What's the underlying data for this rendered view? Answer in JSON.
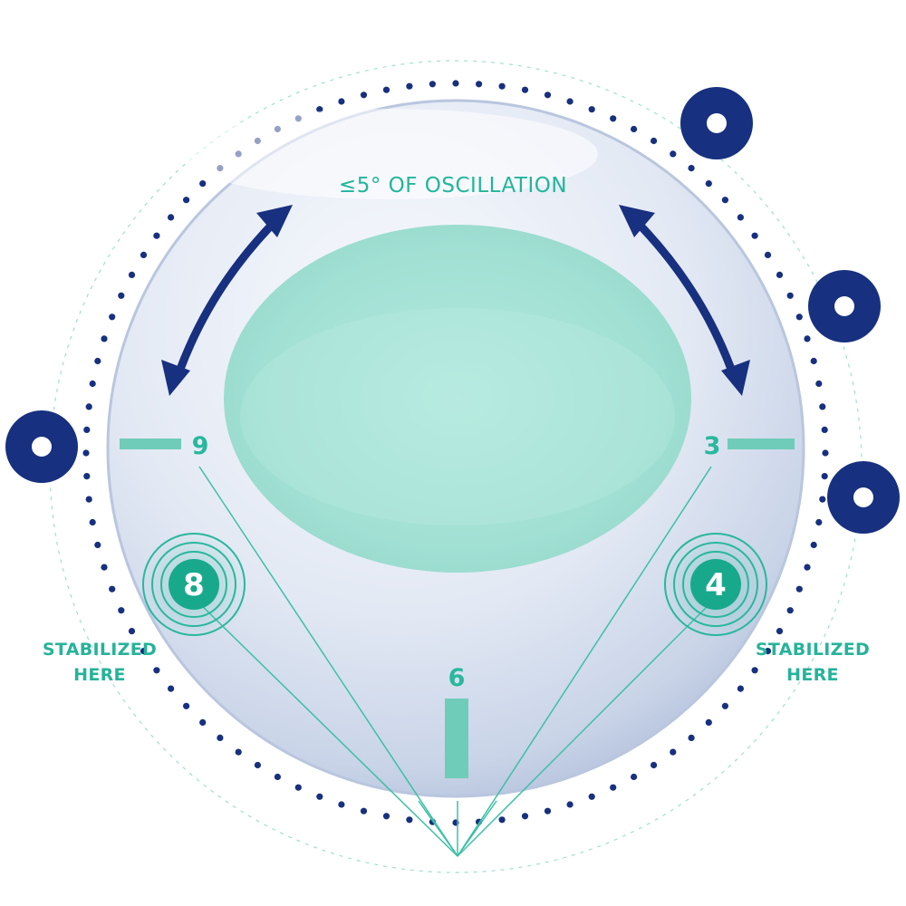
{
  "diagram": {
    "oscillation_label": "≤5° OF OSCILLATION",
    "clock_markers": {
      "nine": "9",
      "three": "3",
      "six": "6"
    },
    "stabilization_points": [
      {
        "number": "8",
        "label_line1": "STABILIZED",
        "label_line2": "HERE"
      },
      {
        "number": "4",
        "label_line1": "STABILIZED",
        "label_line2": "HERE"
      }
    ]
  },
  "colors": {
    "navy": "#17307f",
    "teal": "#29b79d",
    "mint": "#9fdfd3",
    "lens_edge": "#b9c6de"
  },
  "icons": {
    "rotation_arrow_left": "double-headed-curved-arrow",
    "rotation_arrow_right": "double-headed-curved-arrow",
    "ring_markers": "ring-icon"
  }
}
